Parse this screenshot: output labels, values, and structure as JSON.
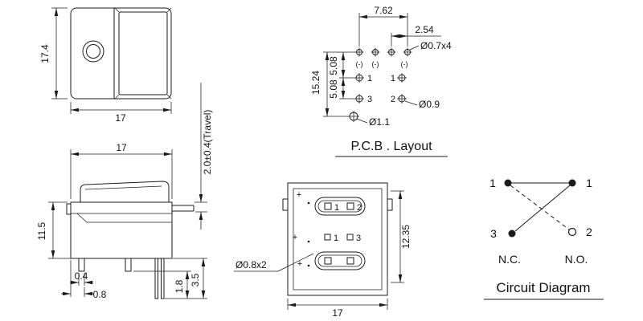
{
  "drawing": {
    "bg": "#ffffff",
    "ink": "#1b1b1b"
  },
  "top_view": {
    "height_dim": "17.4",
    "width_dim": "17"
  },
  "side_view": {
    "width_dim": "17",
    "height_dim": "11.5",
    "travel_dim": "2.0±0.4(Travel)",
    "dim_0_4": "0.4",
    "dim_0_8": "0.8",
    "dim_1_8": "1.8",
    "dim_3_5": "3.5"
  },
  "pcb_layout": {
    "title": "P.C.B . Layout",
    "dim_7_62": "7.62",
    "dim_2_54": "2.54",
    "dim_15_24": "15.24",
    "dim_5_08_a": "5.08",
    "dim_5_08_b": "5.08",
    "hole_note_small": "Ø0.7x4",
    "hole_note_mid": "Ø0.9",
    "hole_note_large": "Ø1.1",
    "polarity_1": "(-)",
    "polarity_2": "(-)",
    "polarity_3": "(-)",
    "pad_1_left": "1",
    "pad_1_right": "1",
    "pad_3": "3",
    "pad_2": "2"
  },
  "bottom_view": {
    "height_dim": "12.35",
    "width_dim": "17",
    "hole_note": "Ø0.8x2",
    "plus_1": "+",
    "plus_2": "+",
    "plus_3": "+",
    "pin_row1_left": "1",
    "pin_row1_right": "2",
    "pin_row2_left": "1",
    "pin_row2_right": "3"
  },
  "circuit": {
    "title": "Circuit Diagram",
    "terminal_top_left": "1",
    "terminal_top_right": "1",
    "terminal_bottom_left": "3",
    "terminal_bottom_right": "2",
    "nc_label": "N.C.",
    "no_label": "N.O."
  }
}
